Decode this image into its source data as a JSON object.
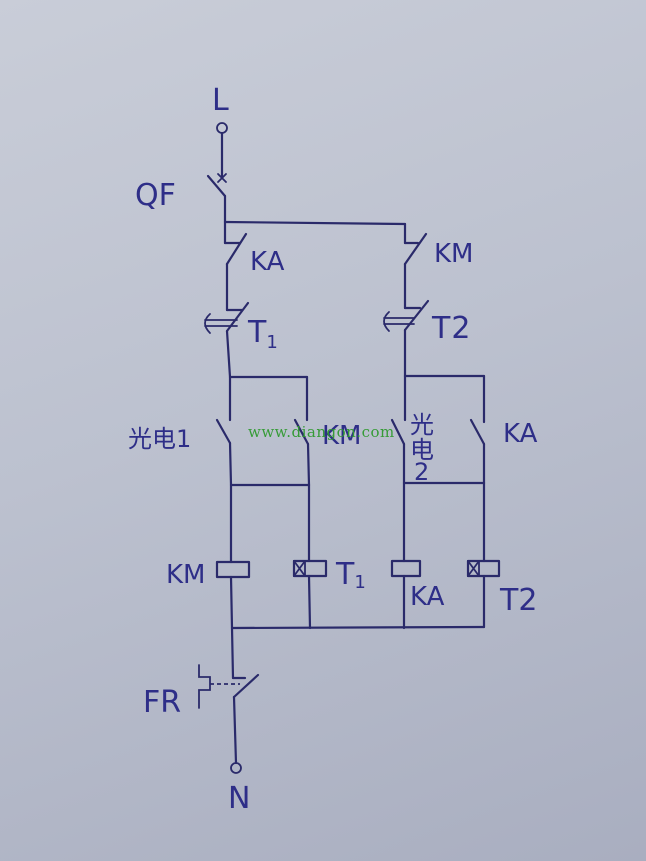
{
  "diagram": {
    "title": "Hand-drawn relay control circuit",
    "colors": {
      "ink": "#2a2a6a",
      "label": "#2e2e88",
      "watermark": "#2f9a2f",
      "paper": "#c2c7d4"
    },
    "terminals": {
      "line": "L",
      "neutral": "N"
    },
    "breaker": "QF",
    "nc_contacts": {
      "left": "KA",
      "right": "KM"
    },
    "timer_contacts": {
      "left": {
        "base": "T",
        "sub": "1"
      },
      "right": {
        "base": "T",
        "sub": "2"
      }
    },
    "switches": {
      "photo1": "光电1",
      "km_hold": "KM",
      "photo2_line1": "光",
      "photo2_line2": "电",
      "photo2_line3": "2",
      "ka_hold": "KA"
    },
    "coils": {
      "km": "KM",
      "t1": {
        "base": "T",
        "sub": "1"
      },
      "ka": "KA",
      "t2": "T2"
    },
    "overload": "FR",
    "watermark": "www.diangon.com"
  }
}
